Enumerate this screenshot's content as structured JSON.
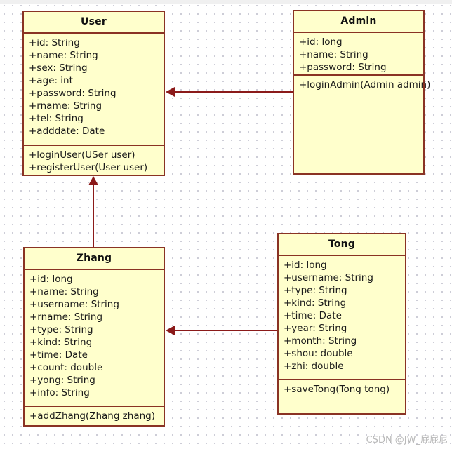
{
  "diagram": {
    "type": "uml-class-diagram",
    "background_color": "#ffffff",
    "grid_dot_color": "#c9c9d4",
    "class_fill_color": "#ffffcc",
    "class_border_color": "#8a3324",
    "connector_color": "#8b1a1a"
  },
  "classes": [
    {
      "name": "User",
      "attributes": [
        "+id: String",
        "+name: String",
        "+sex: String",
        "+age: int",
        "+password: String",
        "+rname: String",
        "+tel: String",
        "+adddate: Date"
      ],
      "methods": [
        "+loginUser(USer user)",
        "+registerUser(User user)"
      ]
    },
    {
      "name": "Admin",
      "attributes": [
        "+id: long",
        "+name: String",
        "+password: String"
      ],
      "methods": [
        "+loginAdmin(Admin admin)"
      ]
    },
    {
      "name": "Zhang",
      "attributes": [
        "+id: long",
        "+name: String",
        "+username: String",
        "+rname: String",
        "+type: String",
        "+kind: String",
        "+time: Date",
        "+count: double",
        "+yong: String",
        "+info: String"
      ],
      "methods": [
        "+addZhang(Zhang zhang)"
      ]
    },
    {
      "name": "Tong",
      "attributes": [
        "+id: long",
        "+username: String",
        "+type: String",
        "+kind: String",
        "+time: Date",
        "+year: String",
        "+month: String",
        "+shou: double",
        "+zhi: double"
      ],
      "methods": [
        "+saveTong(Tong tong)"
      ]
    }
  ],
  "connections": [
    {
      "from": "Admin",
      "to": "User",
      "direction": "left"
    },
    {
      "from": "Zhang",
      "to": "User",
      "direction": "up"
    },
    {
      "from": "Tong",
      "to": "Zhang",
      "direction": "left"
    }
  ],
  "watermark": "CSDN @JW_屁屁尼"
}
